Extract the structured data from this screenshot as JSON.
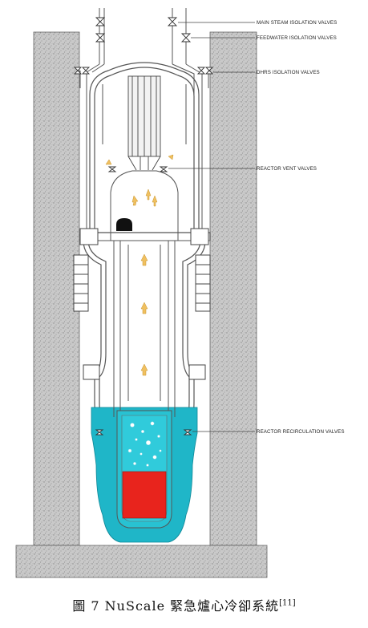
{
  "diagram": {
    "labels": {
      "main_steam": "MAIN STEAM ISOLATION VALVES",
      "feedwater": "FEEDWATER ISOLATION VALVES",
      "dhrs": "DHRS ISOLATION VALVES",
      "vent": "REACTOR VENT VALVES",
      "recirc": "REACTOR RECIRCULATION VALVES"
    },
    "colors": {
      "water": "#1fb6c8",
      "core": "#e8241d",
      "steam_arrow": "#f0c060",
      "concrete": "#c8c8c8",
      "line": "#555555"
    }
  },
  "caption": {
    "text": "圖 7  NuScale 緊急爐心冷卻系統",
    "ref": "[11]"
  }
}
